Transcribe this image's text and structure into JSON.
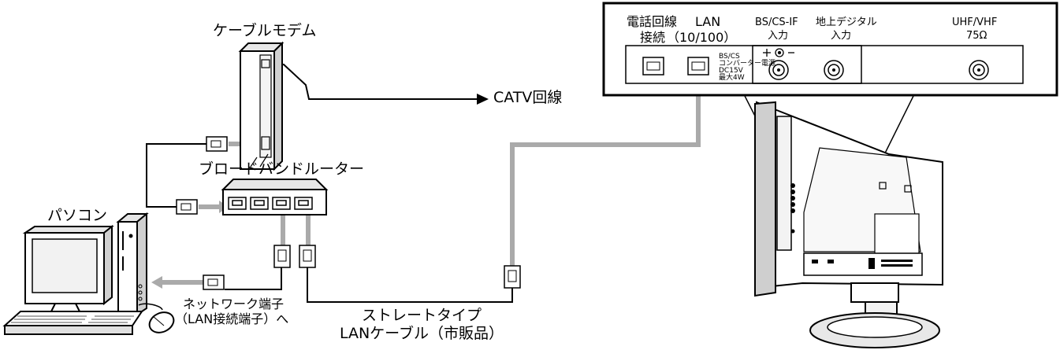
{
  "labels": {
    "cable_modem": "ケーブルモデム",
    "catv_line": "CATV回線",
    "router": "ブロードバンドルーター",
    "pc": "パソコン",
    "network_port_line1": "ネットワーク端子",
    "network_port_line2": "（LAN接続端子）へ",
    "straight_cable_line1": "ストレートタイプ",
    "straight_cable_line2": "LANケーブル（市販品）"
  },
  "panel": {
    "phone_line_1": "電話回線",
    "phone_line_2": "接続",
    "lan_1": "LAN",
    "lan_2": "（10/100）",
    "bscs_1": "BS/CS-IF",
    "bscs_2": "入力",
    "terrestrial_1": "地上デジタル",
    "terrestrial_2": "入力",
    "uhfvhf_1": "UHF/VHF",
    "uhfvhf_2": "75Ω",
    "power_note_1": "BS/CS",
    "power_note_2": "コンバーター電源",
    "power_note_3": "DC15V",
    "power_note_4": "最大4W"
  }
}
